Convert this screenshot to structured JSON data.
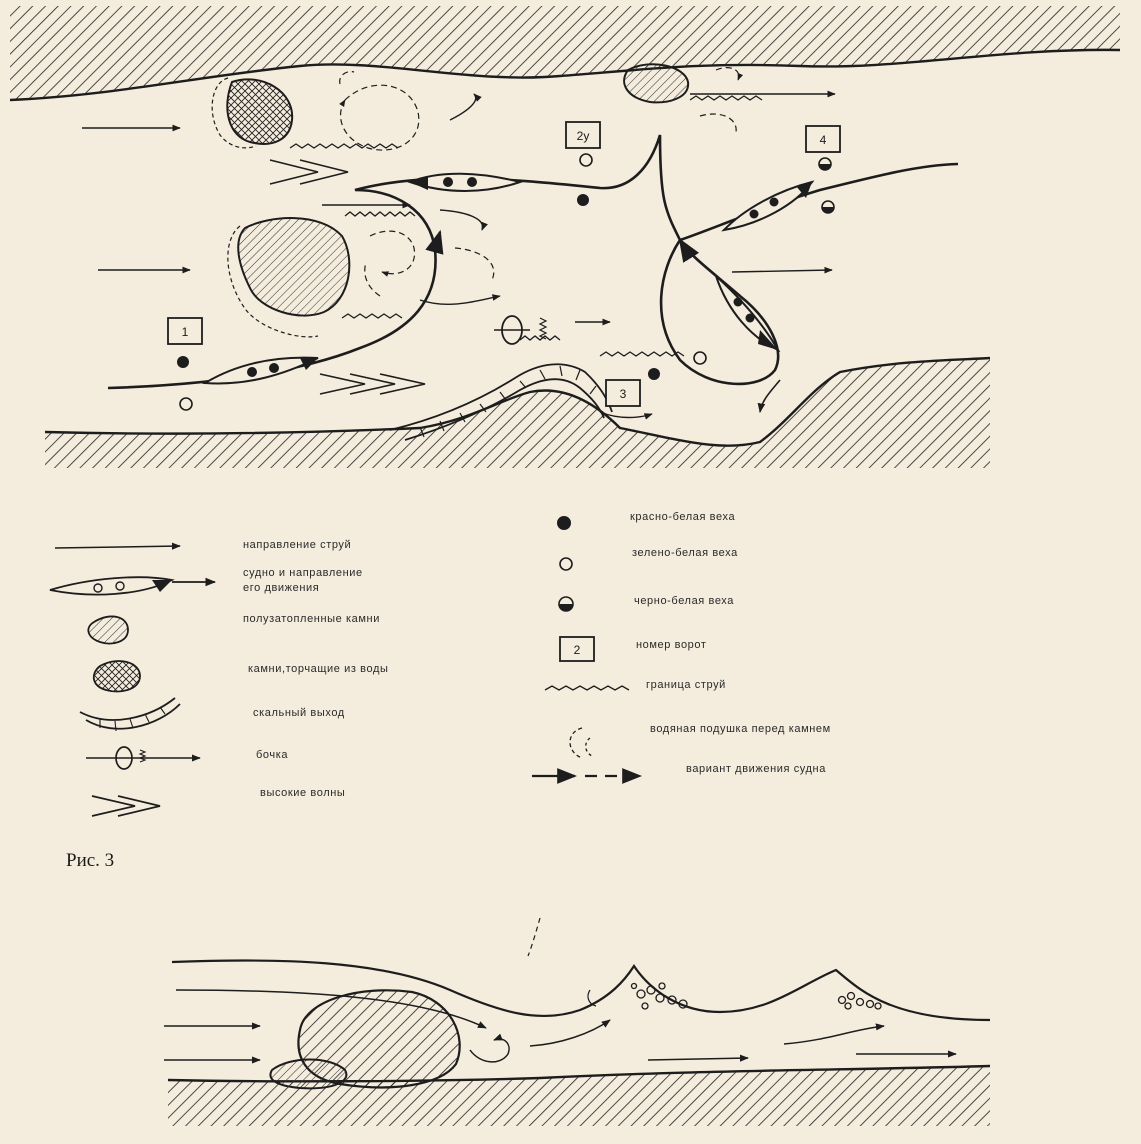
{
  "gates": [
    "1",
    "2у",
    "3",
    "4"
  ],
  "legend_left": [
    {
      "icon": "arrow-icon",
      "label": "направление струй"
    },
    {
      "icon": "boat-icon",
      "label_lines": [
        "судно и направление",
        "его движения"
      ]
    },
    {
      "icon": "stone-semi-submerged-icon",
      "label": "полузатопленные камни"
    },
    {
      "icon": "stone-above-water-icon",
      "label": "камни,торчащие из воды"
    },
    {
      "icon": "rock-outcrop-icon",
      "label": "скальный выход"
    },
    {
      "icon": "barrel-icon",
      "label": "бочка"
    },
    {
      "icon": "high-waves-icon",
      "label": "высокие волны"
    }
  ],
  "legend_right": [
    {
      "icon": "red-white-buoy-icon",
      "label": "красно-белая веха"
    },
    {
      "icon": "green-white-buoy-icon",
      "label": "зелено-белая веха"
    },
    {
      "icon": "black-white-buoy-icon",
      "label": "черно-белая веха"
    },
    {
      "icon": "gate-number-icon",
      "label": "номер ворот",
      "sample": "2"
    },
    {
      "icon": "stream-boundary-icon",
      "label": "граница струй"
    },
    {
      "icon": "water-cushion-icon",
      "label": "водяная подушка перед камнем"
    },
    {
      "icon": "route-variant-icon",
      "label": "вариант движения судна"
    }
  ],
  "figure_caption": "Рис. 3",
  "colors": {
    "paper": "#f4ecdd",
    "ink": "#1d1d1d"
  }
}
